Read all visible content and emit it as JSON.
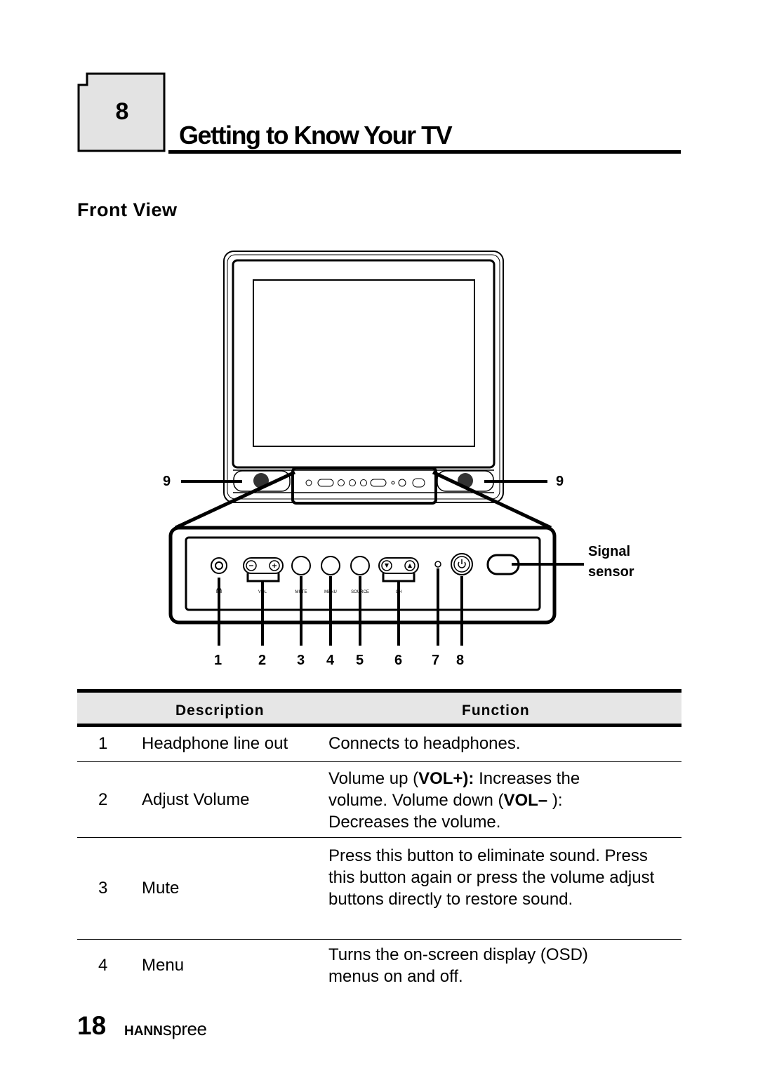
{
  "chapter": {
    "number": "8",
    "title": "Getting to Know Your TV"
  },
  "section": {
    "title": "Front View"
  },
  "diagram": {
    "callout_left": "9",
    "callout_right": "9",
    "signal_sensor_label": [
      "Signal",
      "sensor"
    ],
    "button_labels": [
      "VOL",
      "MUTE",
      "MENU",
      "SOURCE",
      "CH"
    ],
    "callout_numbers": [
      "1",
      "2",
      "3",
      "4",
      "5",
      "6",
      "7",
      "8"
    ]
  },
  "table": {
    "headers": {
      "description": "Description",
      "function": "Function"
    },
    "rows": [
      {
        "num": "1",
        "description": "Headphone line out",
        "function": [
          "Connects to headphones."
        ]
      },
      {
        "num": "2",
        "description": "Adjust Volume",
        "function_parts": {
          "vol_up_pre": "Volume up (",
          "vol_up_key": "VOL+):",
          "vol_up_post": " Increases the volume. Volume down (",
          "vol_down_key": "VOL–",
          "vol_down_post": " ): Decreases  the volume."
        }
      },
      {
        "num": "3",
        "description": "Mute",
        "function": [
          "Press  this button to eliminate sound. Press  this button again or press the volume adjust buttons directly to restore sound."
        ]
      },
      {
        "num": "4",
        "description": "Menu",
        "function": [
          "Turns the on-screen display (OSD) menus on and off."
        ]
      }
    ]
  },
  "footer": {
    "page_number": "18",
    "brand_bold": "HANN",
    "brand_rest": "spree"
  }
}
